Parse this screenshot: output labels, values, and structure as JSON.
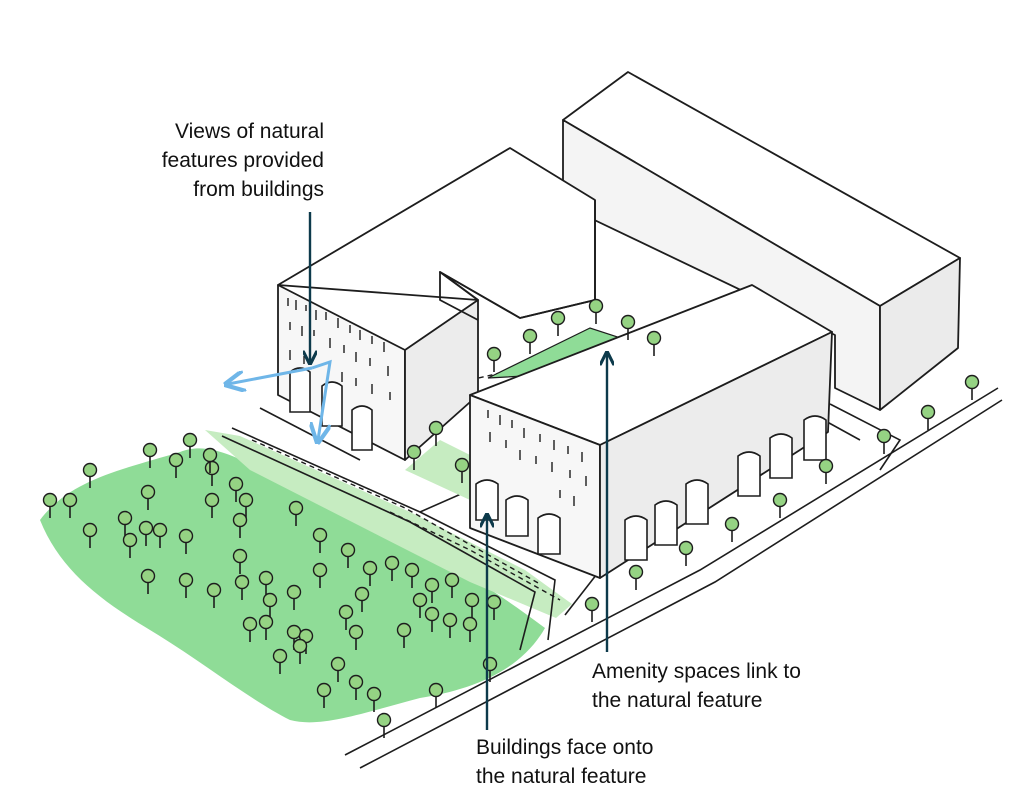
{
  "annotations": {
    "views": {
      "lines": [
        "Views of natural",
        "features provided",
        "from buildings"
      ]
    },
    "amenity": {
      "lines": [
        "Amenity spaces link to",
        "the natural feature"
      ]
    },
    "buildings": {
      "lines": [
        "Buildings face onto",
        "the natural feature"
      ]
    }
  },
  "colors": {
    "green_fill": "#8fdc97",
    "light_green": "#c6ecc1",
    "outline": "#1d1d1d",
    "pointer": "#0d3a4b",
    "view_arrow": "#6fb6e8",
    "tree_canopy": "#95d383",
    "building_side": "#eeeeee",
    "building_top": "#ffffff"
  },
  "icons": [
    "tree-icon",
    "door-icon",
    "view-arrow-icon",
    "pointer-line-icon"
  ]
}
